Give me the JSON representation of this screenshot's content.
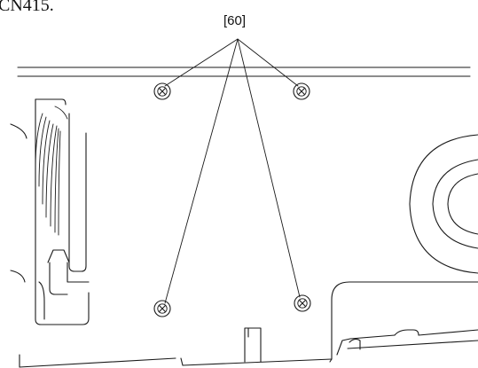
{
  "header": {
    "cut_off_text": "CN415."
  },
  "callout": {
    "label": "[60]"
  },
  "screws": [
    {
      "name": "screw-top-left"
    },
    {
      "name": "screw-top-right"
    },
    {
      "name": "screw-bottom-left"
    },
    {
      "name": "screw-bottom-right"
    }
  ],
  "icons": {
    "screw": "phillips-screw-icon"
  }
}
